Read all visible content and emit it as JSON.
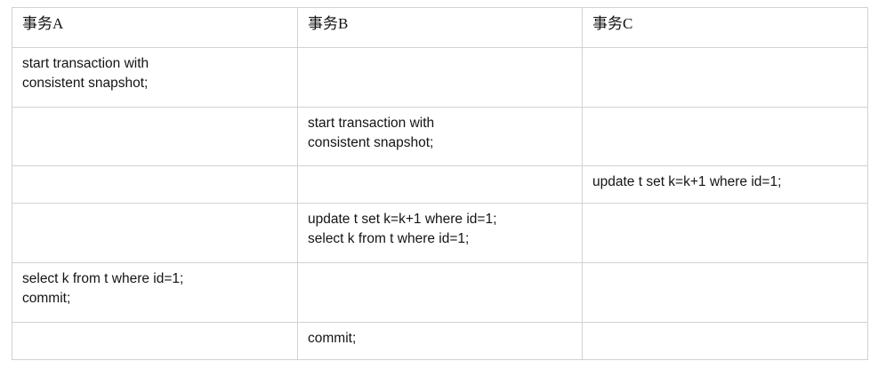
{
  "table": {
    "headers": [
      {
        "label": "事务A"
      },
      {
        "label": "事务B"
      },
      {
        "label": "事务C"
      }
    ],
    "rows": [
      {
        "cells": [
          "start transaction with\nconsistent snapshot;",
          "",
          ""
        ]
      },
      {
        "cells": [
          "",
          "start transaction with\nconsistent snapshot;",
          ""
        ]
      },
      {
        "cells": [
          "",
          "",
          "update t set k=k+1 where id=1;"
        ]
      },
      {
        "cells": [
          "",
          "update t set k=k+1 where id=1;\nselect k from t where id=1;",
          ""
        ]
      },
      {
        "cells": [
          "select k from t where id=1;\ncommit;",
          "",
          ""
        ]
      },
      {
        "cells": [
          "",
          "commit;",
          ""
        ]
      }
    ]
  },
  "style": {
    "border_color": "#d2d2d2",
    "text_color": "#141414",
    "background": "#ffffff"
  }
}
